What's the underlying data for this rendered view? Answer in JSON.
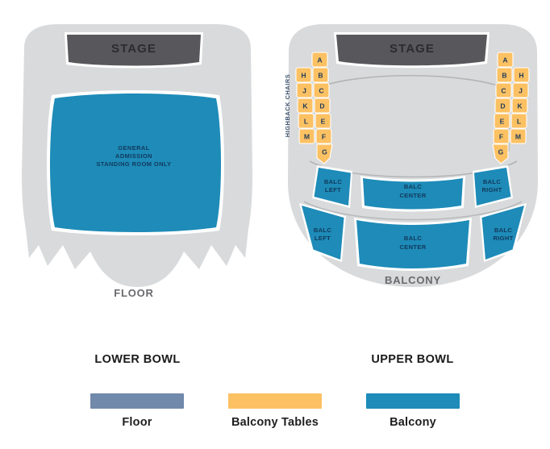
{
  "colors": {
    "bowl_grey": "#d9dadb",
    "bowl_grey_edge": "#cfd0d1",
    "stage_grey": "#58585c",
    "balcony_blue": "#1e8bb8",
    "balcony_blue_edge": "#1679a3",
    "table_orange": "#fcc163",
    "table_orange_edge": "#f0ad47",
    "floor_slate": "#7189ab",
    "text_dark": "#1a1a1a",
    "text_navy": "#12395c",
    "text_grey": "#6a6a6e",
    "page_bg": "#ffffff",
    "outline_white": "#ffffff"
  },
  "lower_bowl": {
    "caption": "LOWER BOWL",
    "stage_label": "STAGE",
    "area_label": "FLOOR",
    "ga_lines": [
      "GENERAL",
      "ADMISSION",
      "STANDING ROOM ONLY"
    ]
  },
  "upper_bowl": {
    "caption": "UPPER BOWL",
    "stage_label": "STAGE",
    "area_label": "BALCONY",
    "highback_label": "HIGHBACK CHAIRS",
    "left_tables": {
      "outer_column": [
        "H",
        "J",
        "K",
        "L",
        "M"
      ],
      "inner_column": [
        "A",
        "B",
        "C",
        "D",
        "E",
        "F",
        "G"
      ]
    },
    "right_tables": {
      "inner_column": [
        "A",
        "B",
        "C",
        "D",
        "E",
        "F",
        "G"
      ],
      "outer_column": [
        "H",
        "J",
        "K",
        "L",
        "M"
      ]
    },
    "balcony_sections": [
      {
        "name": "balc-left-upper",
        "lines": [
          "BALC",
          "LEFT"
        ]
      },
      {
        "name": "balc-center-upper",
        "lines": [
          "BALC",
          "CENTER"
        ]
      },
      {
        "name": "balc-right-upper",
        "lines": [
          "BALC",
          "RIGHT"
        ]
      },
      {
        "name": "balc-left-lower",
        "lines": [
          "BALC",
          "LEFT"
        ]
      },
      {
        "name": "balc-center-lower",
        "lines": [
          "BALC",
          "CENTER"
        ]
      },
      {
        "name": "balc-right-lower",
        "lines": [
          "BALC",
          "RIGHT"
        ]
      }
    ]
  },
  "legend": {
    "items": [
      {
        "label": "Floor",
        "color": "#7189ab"
      },
      {
        "label": "Balcony Tables",
        "color": "#fcc163"
      },
      {
        "label": "Balcony",
        "color": "#1e8bb8"
      }
    ]
  }
}
